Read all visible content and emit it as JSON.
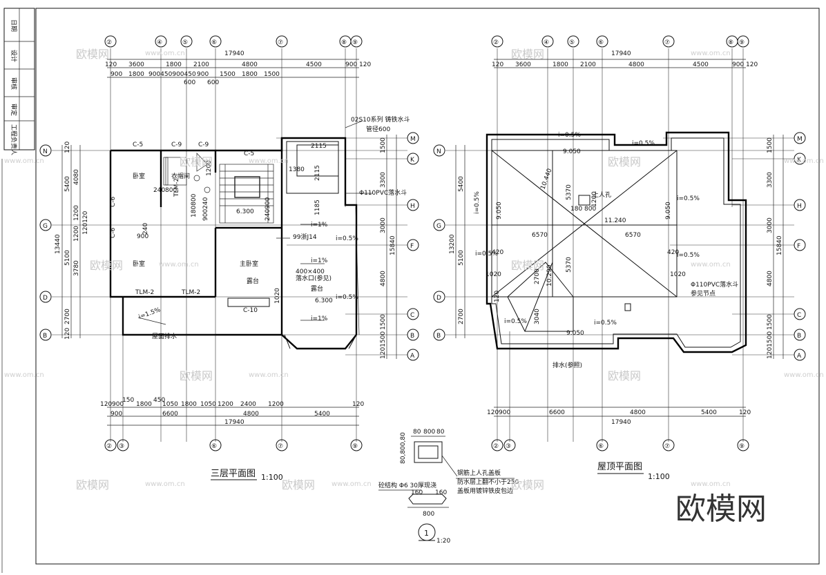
{
  "plans": [
    {
      "id": "third",
      "title": "三层平面图",
      "scale": "1:100",
      "top_axes": [
        "②",
        "④",
        "⑤",
        "⑥",
        "⑦",
        "⑧",
        "⑨"
      ],
      "bottom_axes": [
        "②",
        "③",
        "⑥",
        "⑦",
        "⑨"
      ],
      "side_axes_right": [
        "M",
        "K",
        "H",
        "F",
        "C",
        "B",
        "A"
      ],
      "side_axes_left": [
        "N",
        "G",
        "D",
        "B"
      ],
      "total_dim": "17940",
      "dims_top_row1": [
        "120",
        "3600",
        "1800",
        "2100",
        "4800",
        "4500",
        "900",
        "120"
      ],
      "dims_top_row2": [
        "900",
        "1800",
        "900450900450",
        "900",
        "1500",
        "1800",
        "1500"
      ],
      "dims_top_row3": [
        "600",
        "600"
      ],
      "dims_bottom_row1": [
        "120",
        "900",
        "150",
        "1800",
        "450",
        "1050",
        "1800",
        "1050",
        "1200",
        "2400",
        "1200",
        "120"
      ],
      "dims_bottom_row2": [
        "900",
        "6600",
        "4800",
        "5400"
      ],
      "dims_left": [
        "120",
        "4080",
        "5400",
        "1200",
        "120120",
        "1200",
        "13440",
        "5100",
        "3780",
        "2700",
        "120"
      ],
      "dims_right": [
        "1500",
        "3300",
        "3000",
        "15840",
        "4800",
        "1500",
        "1201500"
      ],
      "labels": [
        "C-5",
        "C-9",
        "C-9",
        "C-5",
        "C-6",
        "C-6",
        "C-10",
        "TLM-2",
        "TLM-2",
        "TLM-2",
        "卧室",
        "衣帽间",
        "卧室",
        "主卧室",
        "露台",
        "屋面排水",
        "露台",
        "6.300",
        "6.300",
        "i=1%",
        "i=1%",
        "i=1%",
        "i=0.5%",
        "i=0.5%",
        "i=1.5%",
        "2115",
        "2115",
        "1380",
        "1185",
        "02S10系列 铸铁水斗",
        "Φ110PVC落水斗",
        "管径600",
        "99浙J14",
        "400×400",
        "落水口(参见)",
        "240",
        "800",
        "900240",
        "240900",
        "900",
        "240",
        "180800",
        "1200",
        "1020"
      ]
    },
    {
      "id": "roof",
      "title": "屋顶平面图",
      "scale": "1:100",
      "top_axes": [
        "②",
        "④",
        "⑤",
        "⑥",
        "⑦",
        "⑧",
        "⑨"
      ],
      "bottom_axes": [
        "②",
        "③",
        "⑥",
        "⑦",
        "⑨"
      ],
      "side_axes_right": [
        "M",
        "K",
        "H",
        "F",
        "C",
        "B",
        "A"
      ],
      "side_axes_left": [
        "N",
        "G",
        "D",
        "B"
      ],
      "total_dim": "17940",
      "dims_top_row1": [
        "120",
        "3600",
        "1800",
        "2100",
        "4800",
        "4500",
        "900",
        "120"
      ],
      "dims_bottom_row1": [
        "120",
        "900",
        "6600",
        "4800",
        "5400",
        "120"
      ],
      "dims_left": [
        "5400",
        "13200",
        "5100",
        "2700"
      ],
      "dims_right": [
        "1500",
        "3300",
        "3000",
        "15840",
        "4800",
        "1500",
        "1201500"
      ],
      "labels": [
        "i=0.5%",
        "i=0.5%",
        "i=0.5%",
        "i=0.5%",
        "i=0.5%",
        "i=0.5%",
        "i=0.5%",
        "i=0.5%",
        "9.050",
        "9.050",
        "9.050",
        "9.050",
        "10.440",
        "10.290",
        "11.240",
        "6570",
        "6570",
        "5370",
        "5370",
        "180 800",
        "1200",
        "2700",
        "3040",
        "120",
        "420",
        "420",
        "1020",
        "1020",
        "上人孔",
        "Φ110PVC落水斗",
        "参见节点",
        "排水(参照)"
      ]
    }
  ],
  "detail": {
    "label": "1",
    "scale": "1:20",
    "dims_top": [
      "80",
      "800",
      "80"
    ],
    "dims_side": "80,800,80",
    "dims_bottom": [
      "160",
      "160"
    ],
    "dims_total": "800",
    "note_left": "砼结构 Φ6 30厚现浇",
    "note_right": [
      "钢筋上人孔盖板",
      "防水层上翻不小于250",
      "盖板用镀锌铁皮包边"
    ]
  },
  "title_block": [
    "日期",
    "设计",
    "审核",
    "审定",
    "工程负责人"
  ],
  "watermark": {
    "brand": "欧模网",
    "url": "www.om.cn"
  }
}
